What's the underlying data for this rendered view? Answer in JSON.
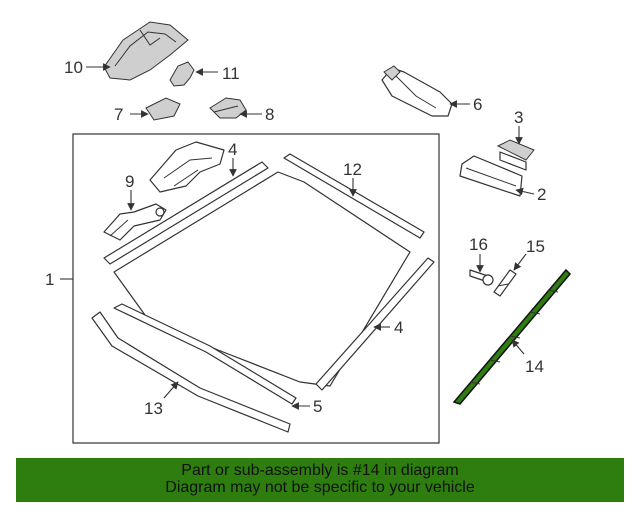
{
  "callouts": {
    "c1": "1",
    "c2": "2",
    "c3": "3",
    "c4a": "4",
    "c4b": "4",
    "c5": "5",
    "c6": "6",
    "c7": "7",
    "c8": "8",
    "c9": "9",
    "c10": "10",
    "c11": "11",
    "c12": "12",
    "c13": "13",
    "c14": "14",
    "c15": "15",
    "c16": "16"
  },
  "banner": {
    "line1": "Part or sub-assembly is #14 in diagram",
    "line2": "Diagram may not be specific to your vehicle",
    "color": "#2e7d0f"
  },
  "highlight_part": "14"
}
